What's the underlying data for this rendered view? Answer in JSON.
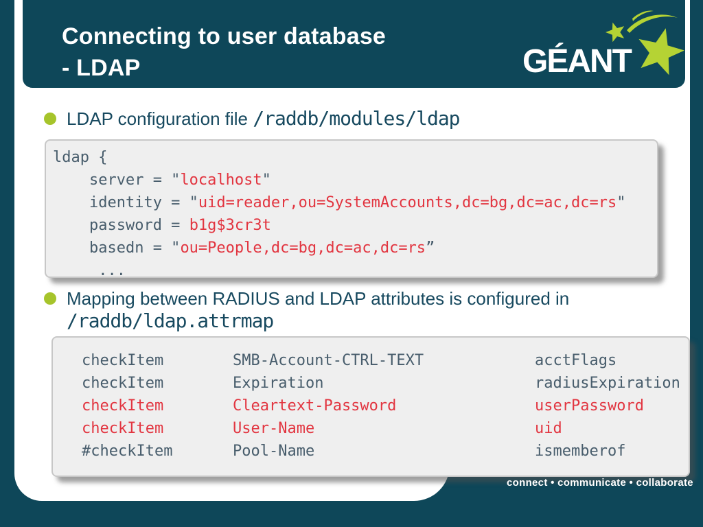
{
  "header": {
    "title_line1": "Connecting to user database",
    "title_line2": "- LDAP"
  },
  "logo": {
    "text": "GÉANT"
  },
  "bullet1": {
    "label": "LDAP configuration file ",
    "path": "/raddb/modules/ldap"
  },
  "bullet2": {
    "label": "Mapping between RADIUS and LDAP attributes is configured in",
    "path": "/raddb/ldap.attrmap"
  },
  "ldap_config": {
    "l1": "ldap {",
    "l2_key": "    server = \"",
    "l2_val": "localhost",
    "l2_end": "\"",
    "l3_key": "    identity = \"",
    "l3_val": "uid=reader,ou=SystemAccounts,dc=bg,dc=ac,dc=rs",
    "l3_end": "\"",
    "l4_key": "    password = ",
    "l4_val": "b1g$3cr3t",
    "l5_key": "    basedn = \"",
    "l5_val": "ou=People,dc=bg,dc=ac,dc=rs",
    "l5_end": "”",
    "l6": "     ..."
  },
  "attrmap": {
    "rows": [
      {
        "c1": "checkItem",
        "c2": "SMB-Account-CTRL-TEXT",
        "c3": "acctFlags"
      },
      {
        "c1": "checkItem",
        "c2": "Expiration",
        "c3": "radiusExpiration"
      },
      {
        "c1": "checkItem",
        "c2": "Cleartext-Password",
        "c3": "userPassword"
      },
      {
        "c1": "checkItem",
        "c2": "User-Name",
        "c3": "uid"
      },
      {
        "c1": "#checkItem",
        "c2": "Pool-Name",
        "c3": "ismemberof"
      }
    ]
  },
  "footer": {
    "tagline": "connect • communicate • collaborate"
  },
  "colors": {
    "teal": "#0e4759",
    "green": "#a6c42b",
    "logo_green": "#b5d334",
    "red": "#e23540",
    "code_dark": "#485d6c",
    "body_text": "#17495f"
  }
}
